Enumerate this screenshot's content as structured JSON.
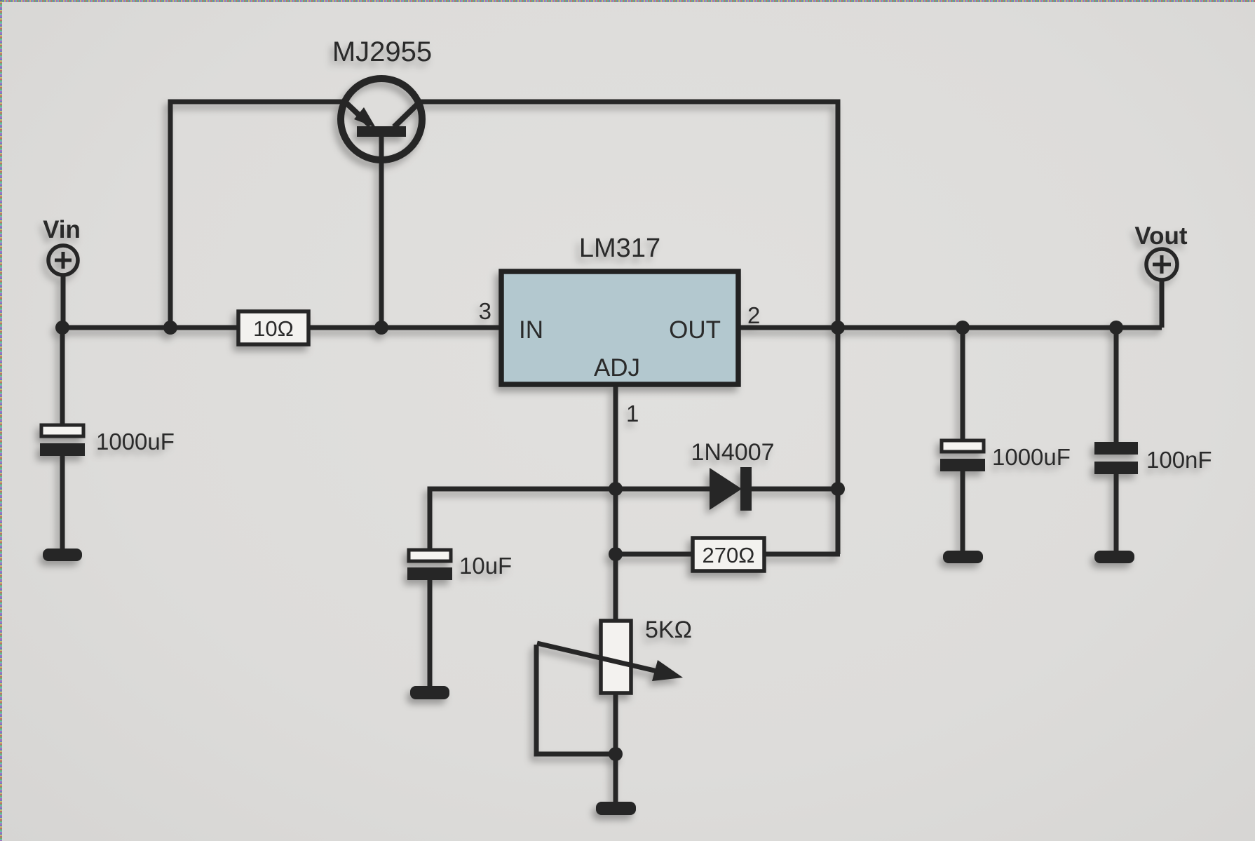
{
  "diagram": {
    "type": "electronic-circuit-schematic",
    "description": "LM317 adjustable voltage regulator with MJ2955 pass transistor"
  },
  "colors": {
    "background": "#dddcda",
    "wire": "#262626",
    "regulator_fill": "#b3c8cf",
    "component_fill": "#f3f2ef",
    "text": "#2b2b2b"
  },
  "labels": {
    "transistor": "MJ2955",
    "vin": "Vin",
    "vout": "Vout",
    "regulator": "LM317",
    "pin_in": "IN",
    "pin_out": "OUT",
    "pin_adj": "ADJ",
    "pin_in_number": "3",
    "pin_out_number": "2",
    "pin_adj_number": "1",
    "resistor_base": "10Ω",
    "resistor_feedback": "270Ω",
    "potentiometer": "5KΩ",
    "diode": "1N4007",
    "cap_input": "1000uF",
    "cap_adj": "10uF",
    "cap_output_bulk": "1000uF",
    "cap_output_hf": "100nF"
  }
}
